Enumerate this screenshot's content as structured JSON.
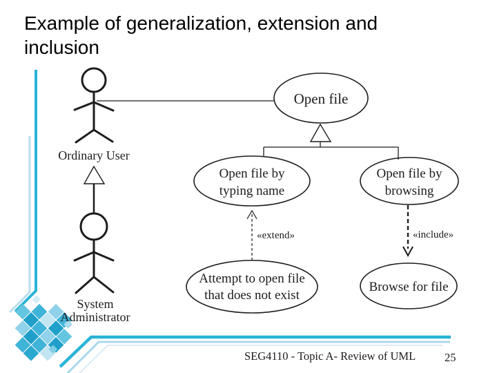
{
  "slide": {
    "title_line1": "Example of generalization, extension and",
    "title_line2": "inclusion",
    "footer": "SEG4110 - Topic A-  Review of UML",
    "page_number": "25"
  },
  "diagram": {
    "actors": {
      "ordinary_user": {
        "label": "Ordinary User"
      },
      "system_administrator": {
        "label_line1": "System",
        "label_line2": "Administrator"
      }
    },
    "use_cases": {
      "open_file": {
        "label": "Open file"
      },
      "open_by_typing": {
        "label_line1": "Open file by",
        "label_line2": "typing name"
      },
      "open_by_browsing": {
        "label_line1": "Open file by",
        "label_line2": "browsing"
      },
      "attempt_open": {
        "label_line1": "Attempt to open file",
        "label_line2": "that does not exist"
      },
      "browse_for_file": {
        "label": "Browse for file"
      }
    },
    "stereotypes": {
      "extend": "«extend»",
      "include": "«include»"
    }
  },
  "colors": {
    "accent_teal": "#29b4d6",
    "accent_light_blue": "#a9d8ec",
    "accent_faint_blue": "#dbeaf4",
    "mosaic_dark": "#1f9fca",
    "mosaic_mid": "#3fb3d8",
    "mosaic_light": "#8fd2e9",
    "mosaic_pale": "#c2e5f2",
    "diagram_stroke": "#1c1c1c",
    "background": "#ffffff"
  }
}
